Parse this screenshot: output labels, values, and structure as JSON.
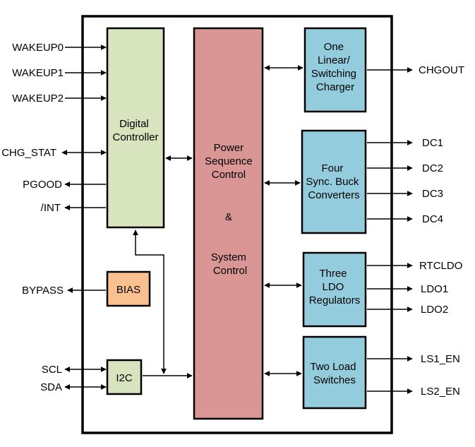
{
  "colors": {
    "digital": "#d7e4bd",
    "power": "#d99694",
    "bias": "#fac090",
    "i2c": "#d7e4bd",
    "blue": "#93cddd",
    "frame": "#000000"
  },
  "blocks": {
    "digital": [
      "Digital",
      "Controller"
    ],
    "power": [
      "Power",
      "Sequence",
      "Control",
      "&",
      "System",
      "Control"
    ],
    "bias": [
      "BIAS"
    ],
    "i2c": [
      "I2C"
    ],
    "charger": [
      "One",
      "Linear/",
      "Switching",
      "Charger"
    ],
    "buck": [
      "Four",
      "Sync. Buck",
      "Converters"
    ],
    "ldo": [
      "Three",
      "LDO",
      "Regulators"
    ],
    "switches": [
      "Two Load",
      "Switches"
    ]
  },
  "pins": {
    "wakeup0": "WAKEUP0",
    "wakeup1": "WAKEUP1",
    "wakeup2": "WAKEUP2",
    "chg_stat": "CHG_STAT",
    "pgood": "PGOOD",
    "int": "/INT",
    "bypass": "BYPASS",
    "scl": "SCL",
    "sda": "SDA",
    "chgout": "CHGOUT",
    "dc1": "DC1",
    "dc2": "DC2",
    "dc3": "DC3",
    "dc4": "DC4",
    "rtcldo": "RTCLDO",
    "ldo1": "LDO1",
    "ldo2": "LDO2",
    "ls1_en": "LS1_EN",
    "ls2_en": "LS2_EN"
  }
}
